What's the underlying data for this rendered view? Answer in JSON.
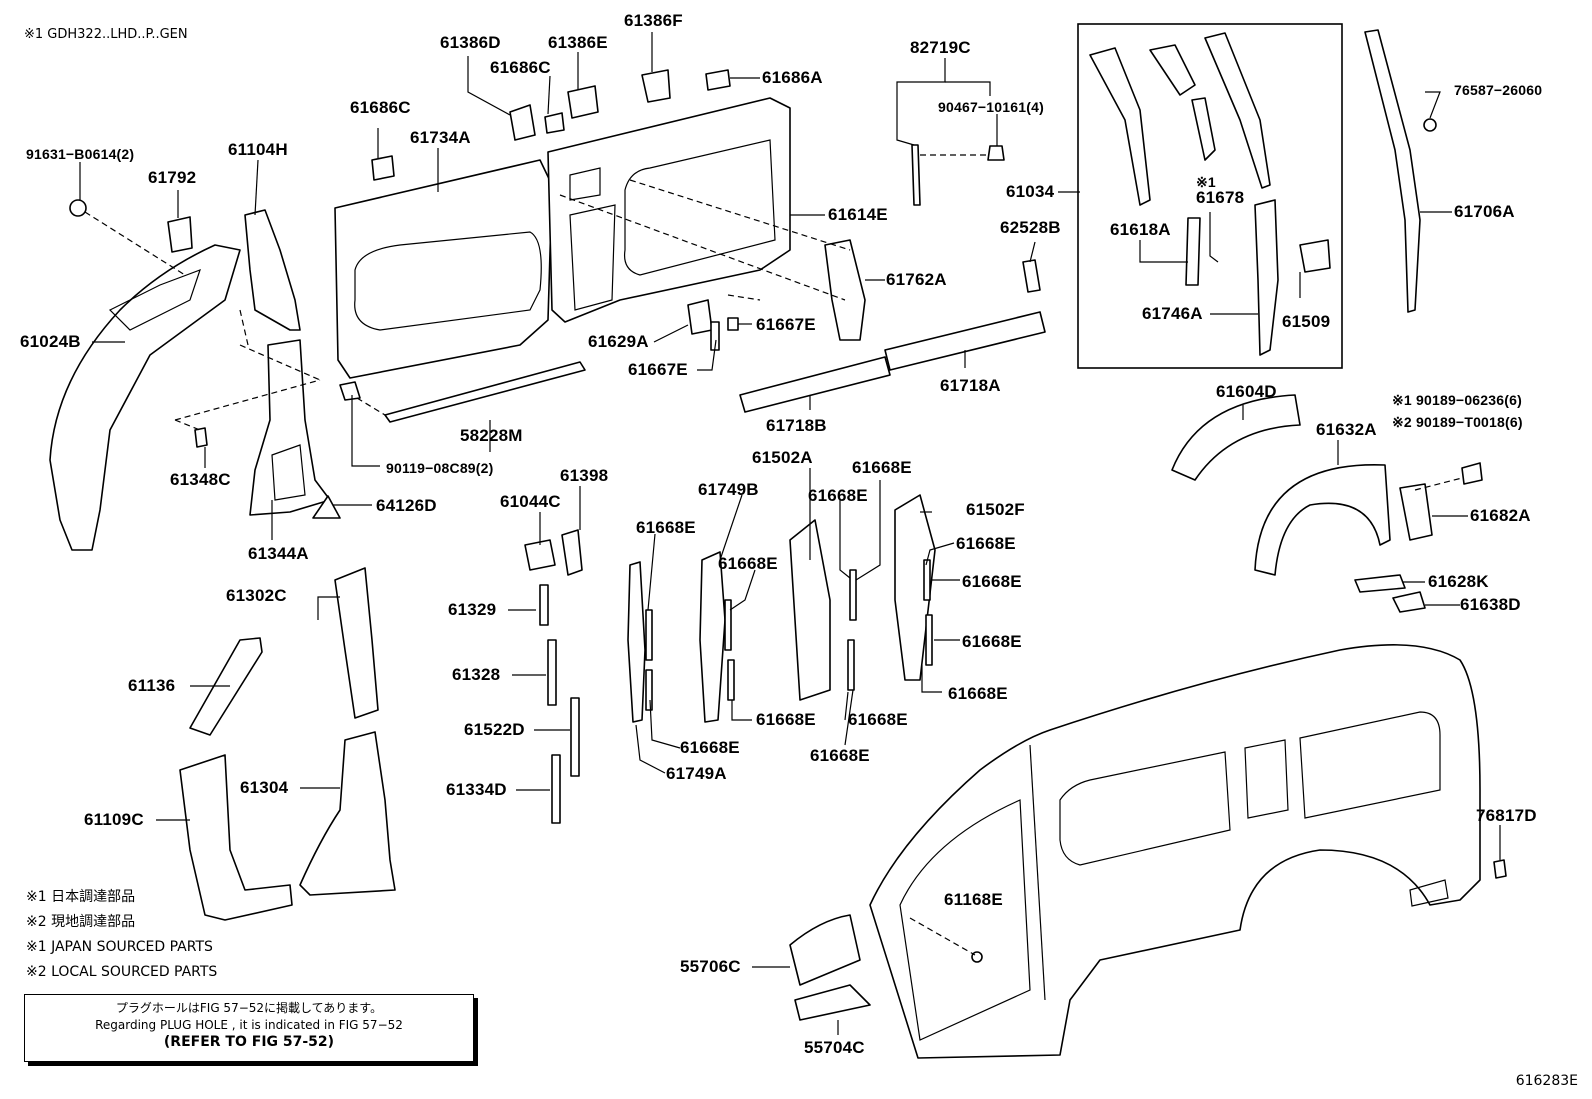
{
  "header_note": "※1 GDH322..LHD..P..GEN",
  "figure_number": "616283E",
  "legend": [
    "※1  日本調達部品",
    "※2  現地調達部品",
    "※1  JAPAN SOURCED PARTS",
    "※2  LOCAL SOURCED PARTS"
  ],
  "notice": {
    "jp": "プラグホールはFIG 57−52に掲載してあります。",
    "en": "Regarding  PLUG  HOLE , it is indicated in FIG  57−52",
    "ref": "(REFER TO FIG 57-52)"
  },
  "parts": {
    "p61386D": "61386D",
    "p61386E": "61386E",
    "p61386F": "61386F",
    "p61686C_a": "61686C",
    "p61686C_b": "61686C",
    "p61686A": "61686A",
    "p82719C": "82719C",
    "p90467": "90467−10161(4)",
    "p61034": "61034",
    "p76587": "76587−26060",
    "p61706A": "61706A",
    "p61734A": "61734A",
    "p61104H": "61104H",
    "p91631": "91631−B0614(2)",
    "p61792": "61792",
    "p61614E": "61614E",
    "p62528B": "62528B",
    "p61678_mark": "※1",
    "p61678": "61678",
    "p61618A": "61618A",
    "p61762A": "61762A",
    "p61746A": "61746A",
    "p61509": "61509",
    "p61024B": "61024B",
    "p61629A": "61629A",
    "p61667E_a": "61667E",
    "p61667E_b": "61667E",
    "p61718A": "61718A",
    "p61718B": "61718B",
    "p58228M": "58228M",
    "p90119": "90119−08C89(2)",
    "p61348C": "61348C",
    "p61604D": "61604D",
    "p61632A": "61632A",
    "p90189_1": "※1 90189−06236(6)",
    "p90189_2": "※2 90189−T0018(6)",
    "p61682A": "61682A",
    "p61628K": "61628K",
    "p61638D": "61638D",
    "p61502A": "61502A",
    "p61668E_1": "61668E",
    "p61749B": "61749B",
    "p61668E_2": "61668E",
    "p61398": "61398",
    "p61044C": "61044C",
    "p61668E_3": "61668E",
    "p61502F": "61502F",
    "p61668E_4": "61668E",
    "p61668E_5": "61668E",
    "p61668E_6": "61668E",
    "p61668E_7": "61668E",
    "p61668E_8": "61668E",
    "p61668E_9": "61668E",
    "p61668E_10": "61668E",
    "p61668E_11": "61668E",
    "p61668E_12": "61668E",
    "p61126D": "64126D",
    "p61344A": "61344A",
    "p61302C": "61302C",
    "p61329": "61329",
    "p61328": "61328",
    "p61522D": "61522D",
    "p61334D": "61334D",
    "p61136": "61136",
    "p61304": "61304",
    "p61109C": "61109C",
    "p61749A": "61749A",
    "p76817D": "76817D",
    "p61168E": "61168E",
    "p55706C": "55706C",
    "p55704C": "55704C"
  }
}
